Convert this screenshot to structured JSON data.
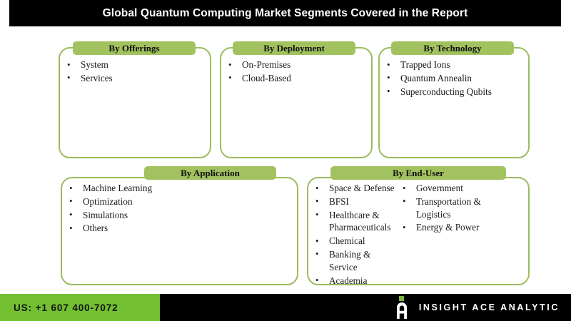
{
  "header": {
    "title": "Global Quantum Computing Market Segments Covered in the Report"
  },
  "colors": {
    "banner_green": "#a2c25f",
    "card_border_green": "#9cbc5e",
    "footer_green": "#72bf31",
    "bar_black": "#000000",
    "text_dark": "#1a1a1a"
  },
  "cards": [
    {
      "title": "By Offerings",
      "items": [
        "System",
        "Services"
      ]
    },
    {
      "title": "By Deployment",
      "items": [
        "On-Premises",
        "Cloud-Based"
      ]
    },
    {
      "title": "By Technology",
      "items": [
        "Trapped Ions",
        "Quantum Annealin",
        "Superconducting Qubits"
      ]
    },
    {
      "title": "By Application",
      "items": [
        "Machine Learning",
        "Optimization",
        "Simulations",
        "Others"
      ]
    },
    {
      "title": "By End-User",
      "column_left": [
        "Space & Defense",
        "BFSI",
        "Healthcare &\nPharmaceuticals",
        "Chemical",
        "Banking & Service",
        "Academia"
      ],
      "column_right": [
        "Government",
        "Transportation &\nLogistics",
        "Energy & Power"
      ]
    }
  ],
  "footer": {
    "phone": "US: +1 607 400-7072",
    "brand": "INSIGHT ACE ANALYTIC",
    "logo_icon": "insight-ace-a-mark"
  }
}
